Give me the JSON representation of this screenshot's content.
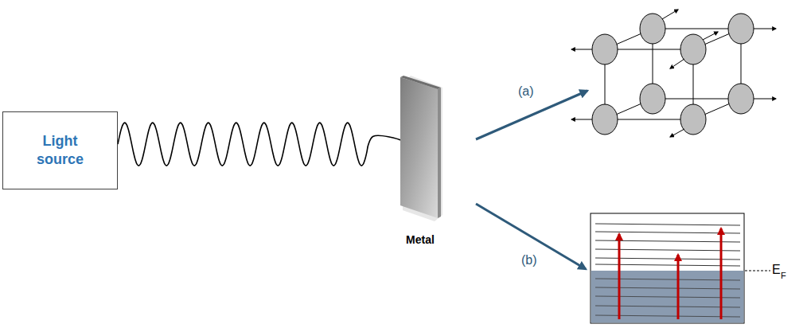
{
  "diagram": {
    "nodes": [
      {
        "text": [
          "Light source"
        ]
      },
      {
        "text": [
          "Metal"
        ]
      }
    ],
    "edges": [
      {
        "from": 0,
        "to": 1,
        "arrow": "to"
      }
    ],
    "labels": [
      "(a)",
      "(b)",
      "E",
      "F"
    ]
  }
}
